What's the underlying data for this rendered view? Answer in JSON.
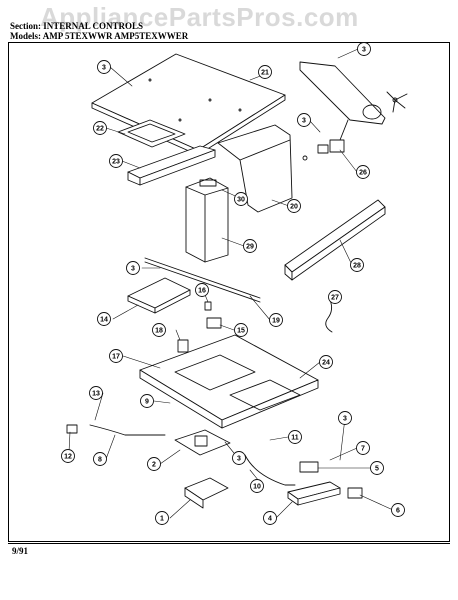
{
  "header": {
    "section_line": "Section: INTERNAL CONTROLS",
    "model_line": "Models: AMP 5TEXWWR AMP5TEXWWER"
  },
  "watermark": "AppliancePartsPros.com",
  "footer": {
    "date": "9/91"
  },
  "callouts": [
    {
      "id": "c3a",
      "label": "3"
    },
    {
      "id": "c21",
      "label": "21"
    },
    {
      "id": "c22",
      "label": "22"
    },
    {
      "id": "c23",
      "label": "23"
    },
    {
      "id": "c30",
      "label": "30"
    },
    {
      "id": "c20",
      "label": "20"
    },
    {
      "id": "c29",
      "label": "29"
    },
    {
      "id": "c3b",
      "label": "3"
    },
    {
      "id": "c3c",
      "label": "3"
    },
    {
      "id": "c26",
      "label": "26"
    },
    {
      "id": "c28",
      "label": "28"
    },
    {
      "id": "c3d",
      "label": "3"
    },
    {
      "id": "c14",
      "label": "14"
    },
    {
      "id": "c16",
      "label": "16"
    },
    {
      "id": "c19",
      "label": "19"
    },
    {
      "id": "c27",
      "label": "27"
    },
    {
      "id": "c15",
      "label": "15"
    },
    {
      "id": "c18",
      "label": "18"
    },
    {
      "id": "c17",
      "label": "17"
    },
    {
      "id": "c24",
      "label": "24"
    },
    {
      "id": "c13",
      "label": "13"
    },
    {
      "id": "c9",
      "label": "9"
    },
    {
      "id": "c12",
      "label": "12"
    },
    {
      "id": "c8",
      "label": "8"
    },
    {
      "id": "c2",
      "label": "2"
    },
    {
      "id": "c3e",
      "label": "3"
    },
    {
      "id": "c3f",
      "label": "3"
    },
    {
      "id": "c11",
      "label": "11"
    },
    {
      "id": "c7",
      "label": "7"
    },
    {
      "id": "c5",
      "label": "5"
    },
    {
      "id": "c10",
      "label": "10"
    },
    {
      "id": "c1",
      "label": "1"
    },
    {
      "id": "c4",
      "label": "4"
    },
    {
      "id": "c6",
      "label": "6"
    }
  ]
}
